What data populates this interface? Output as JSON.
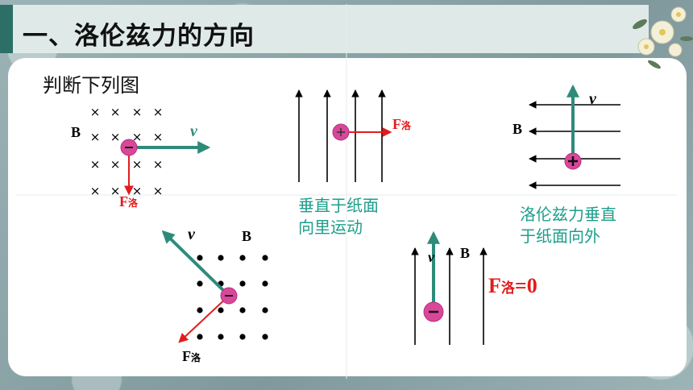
{
  "title": "一、洛伦兹力的方向",
  "subtitle": "判断下列图",
  "labels": {
    "b": "B",
    "v": "v",
    "f_main": "F",
    "f_sub": "洛",
    "f_zero": "=0",
    "cross": "×",
    "plus": "+",
    "minus": "-"
  },
  "notes": {
    "inward": "垂直于纸面\n向里运动",
    "outward": "洛伦兹力垂直\n于纸面向外"
  },
  "colors": {
    "velocity": "#2e8b7a",
    "force": "#e21c1c",
    "charge": "#d9479b",
    "field": "#000000",
    "title_accent": "#2c6f67"
  }
}
